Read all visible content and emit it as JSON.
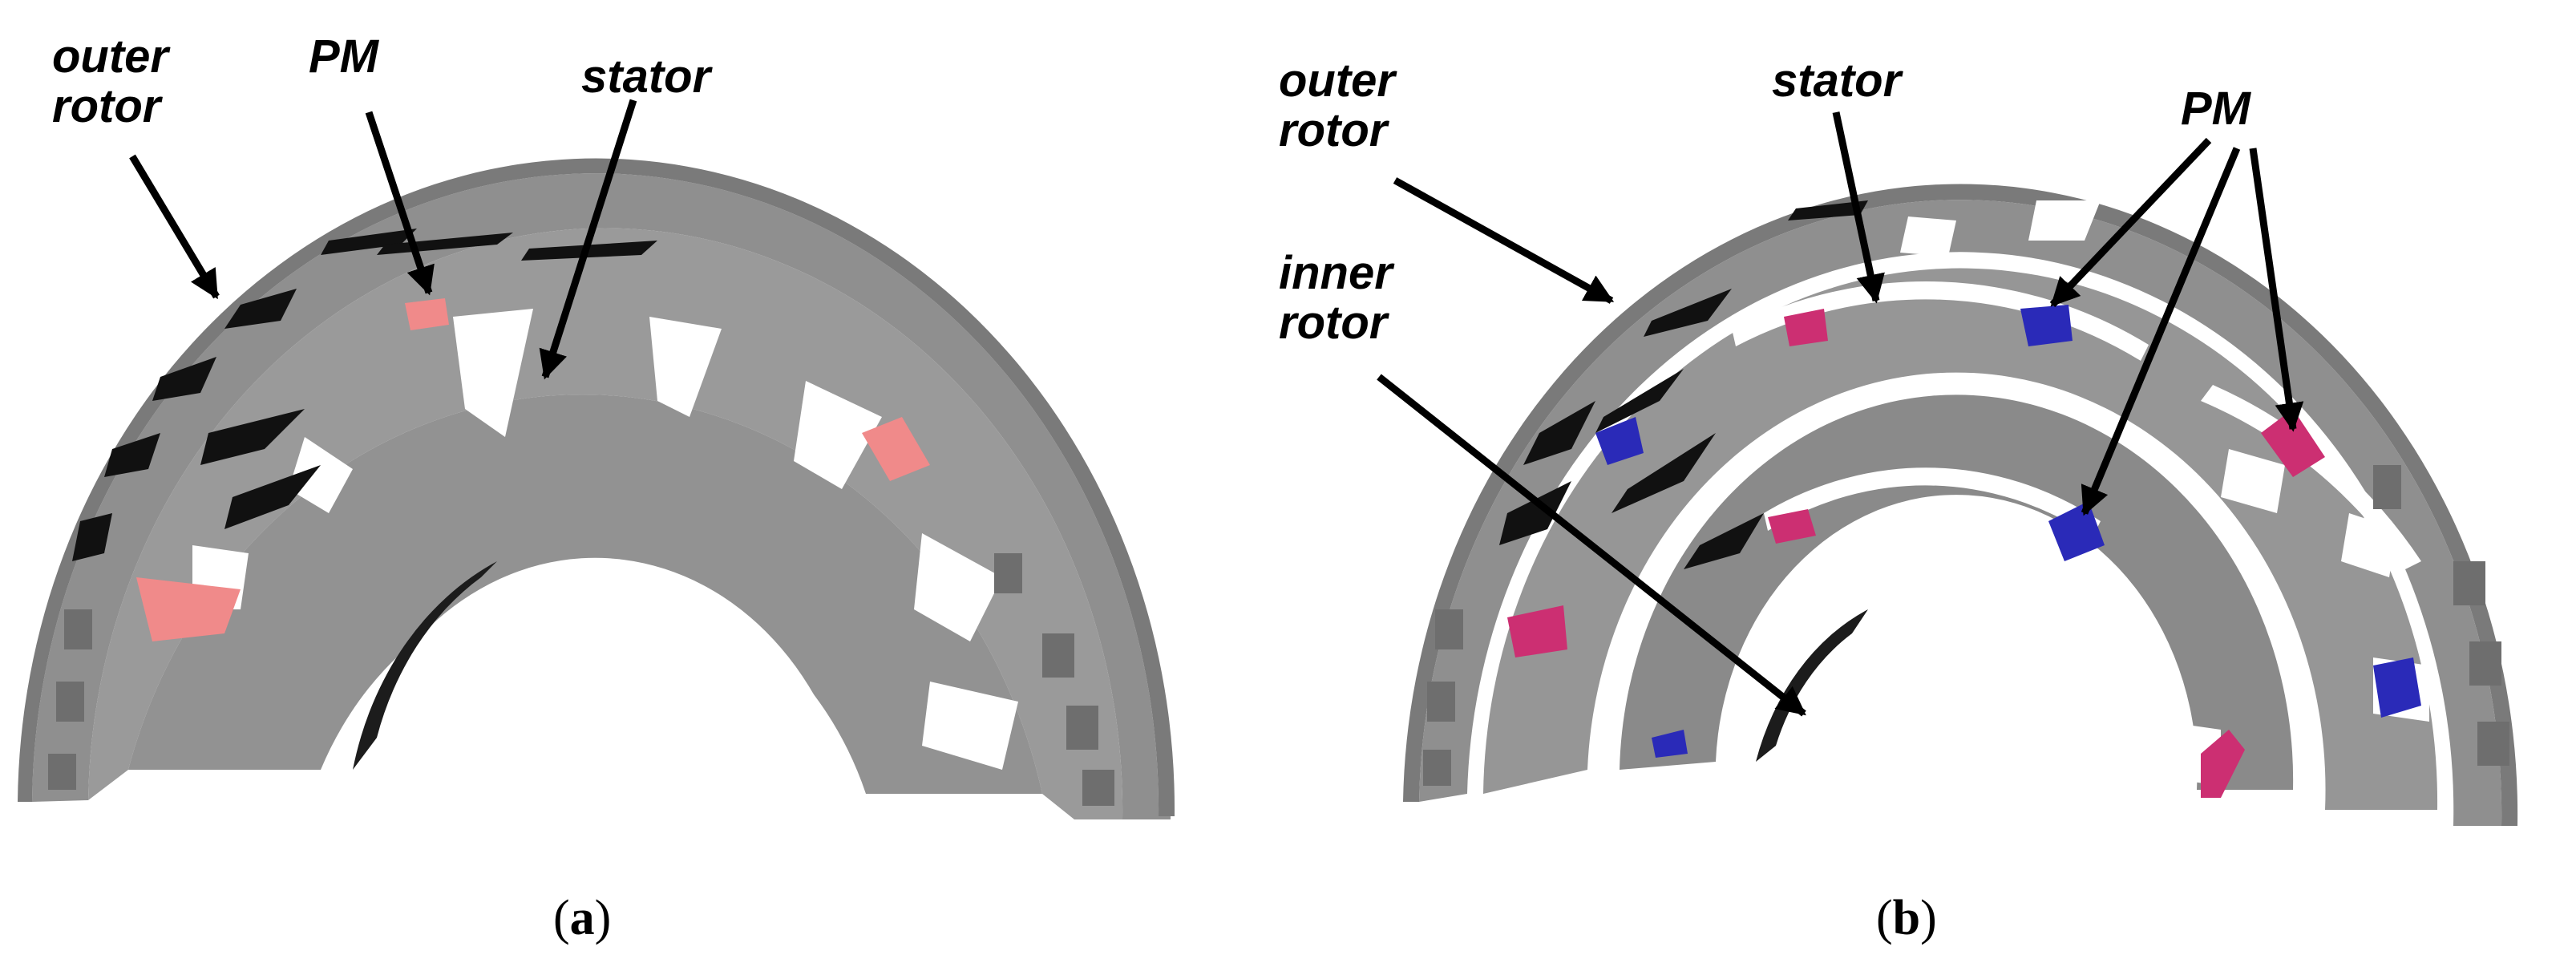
{
  "panel_a": {
    "labels": {
      "outer_rotor_1": "outer",
      "outer_rotor_2": "rotor",
      "pm": "PM",
      "stator": "stator"
    },
    "caption": {
      "open": "(",
      "letter": "a",
      "close": ")"
    },
    "colors": {
      "steel": "#8e8e8e",
      "pm": "#f08a8a"
    }
  },
  "panel_b": {
    "labels": {
      "outer_rotor_1": "outer",
      "outer_rotor_2": "rotor",
      "stator": "stator",
      "pm": "PM",
      "inner_rotor_1": "inner",
      "inner_rotor_2": "rotor"
    },
    "caption": {
      "open": "(",
      "letter": "b",
      "close": ")"
    },
    "colors": {
      "steel": "#8e8e8e",
      "pm_north": "#cc2f72",
      "pm_south": "#2a2ab8"
    }
  }
}
